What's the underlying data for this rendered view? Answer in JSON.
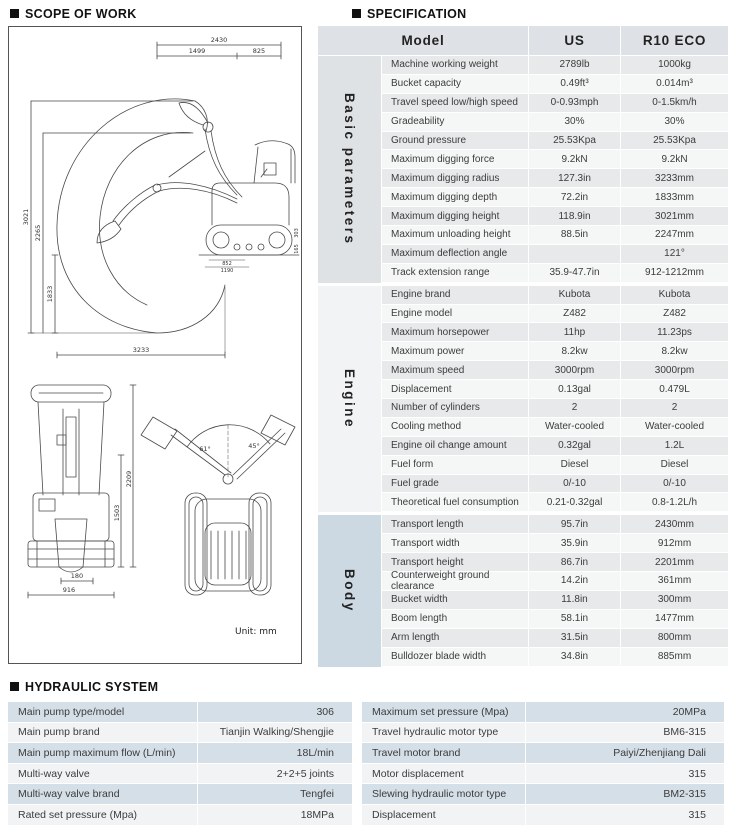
{
  "scope": {
    "title": "SCOPE OF WORK",
    "unit": "Unit: mm",
    "dims": {
      "transport_total": "2430",
      "boom_span": "1499",
      "rear_span": "825",
      "max_height": "3021",
      "mid_height": "2265",
      "dig_depth": "1833",
      "dig_radius": "3233",
      "track_len_a": "852",
      "track_len_b": "1190",
      "clearance_a": "303",
      "clearance_b": "165",
      "cab_height": "1503",
      "overall_height": "2209",
      "track_width": "180",
      "blade_width": "916",
      "swing_left": "61°",
      "swing_right": "45°"
    }
  },
  "spec": {
    "title": "SPECIFICATION",
    "header": {
      "model": "Model",
      "us": "US",
      "eco": "R10 ECO"
    },
    "sections": [
      {
        "group": "Basic parameters",
        "bg": "#dfe2e5",
        "rows": [
          {
            "label": "Machine working weight",
            "us": "2789lb",
            "eco": "1000kg"
          },
          {
            "label": "Bucket capacity",
            "us": "0.49ft³",
            "eco": "0.014m³"
          },
          {
            "label": "Travel speed low/high speed",
            "us": "0-0.93mph",
            "eco": "0-1.5km/h"
          },
          {
            "label": "Gradeability",
            "us": "30%",
            "eco": "30%"
          },
          {
            "label": "Ground pressure",
            "us": "25.53Kpa",
            "eco": "25.53Kpa"
          },
          {
            "label": "Maximum digging force",
            "us": "9.2kN",
            "eco": "9.2kN"
          },
          {
            "label": "Maximum digging radius",
            "us": "127.3in",
            "eco": "3233mm"
          },
          {
            "label": "Maximum digging depth",
            "us": "72.2in",
            "eco": "1833mm"
          },
          {
            "label": "Maximum digging height",
            "us": "118.9in",
            "eco": "3021mm"
          },
          {
            "label": "Maximum unloading height",
            "us": "88.5in",
            "eco": "2247mm"
          },
          {
            "label": "Maximum deflection angle",
            "us": "",
            "eco": "121°"
          },
          {
            "label": "Track extension range",
            "us": "35.9-47.7in",
            "eco": "912-1212mm"
          }
        ]
      },
      {
        "group": "Engine",
        "bg": "#f2f3f4",
        "rows": [
          {
            "label": "Engine brand",
            "us": "Kubota",
            "eco": "Kubota"
          },
          {
            "label": "Engine model",
            "us": "Z482",
            "eco": "Z482"
          },
          {
            "label": "Maximum horsepower",
            "us": "11hp",
            "eco": "11.23ps"
          },
          {
            "label": "Maximum power",
            "us": "8.2kw",
            "eco": "8.2kw"
          },
          {
            "label": "Maximum speed",
            "us": "3000rpm",
            "eco": "3000rpm"
          },
          {
            "label": "Displacement",
            "us": "0.13gal",
            "eco": "0.479L"
          },
          {
            "label": "Number of cylinders",
            "us": "2",
            "eco": "2"
          },
          {
            "label": "Cooling method",
            "us": "Water-cooled",
            "eco": "Water-cooled"
          },
          {
            "label": "Engine oil change amount",
            "us": "0.32gal",
            "eco": "1.2L"
          },
          {
            "label": "Fuel form",
            "us": "Diesel",
            "eco": "Diesel"
          },
          {
            "label": "Fuel grade",
            "us": "0/-10",
            "eco": "0/-10"
          },
          {
            "label": "Theoretical fuel consumption",
            "us": "0.21-0.32gal",
            "eco": "0.8-1.2L/h"
          }
        ]
      },
      {
        "group": "Body",
        "bg": "#ccd9e3",
        "rows": [
          {
            "label": "Transport length",
            "us": "95.7in",
            "eco": "2430mm"
          },
          {
            "label": "Transport width",
            "us": "35.9in",
            "eco": "912mm"
          },
          {
            "label": "Transport height",
            "us": "86.7in",
            "eco": "2201mm"
          },
          {
            "label": "Counterweight ground clearance",
            "us": "14.2in",
            "eco": "361mm"
          },
          {
            "label": "Bucket width",
            "us": "11.8in",
            "eco": "300mm"
          },
          {
            "label": "Boom length",
            "us": "58.1in",
            "eco": "1477mm"
          },
          {
            "label": "Arm length",
            "us": "31.5in",
            "eco": "800mm"
          },
          {
            "label": "Bulldozer blade width",
            "us": "34.8in",
            "eco": "885mm"
          }
        ]
      }
    ]
  },
  "hydraulic": {
    "title": "HYDRAULIC SYSTEM",
    "left": [
      {
        "label": "Main pump type/model",
        "value": "306"
      },
      {
        "label": "Main pump brand",
        "value": "Tianjin Walking/Shengjie"
      },
      {
        "label": "Main pump maximum flow (L/min)",
        "value": "18L/min"
      },
      {
        "label": "Multi-way valve",
        "value": "2+2+5 joints"
      },
      {
        "label": "Multi-way valve brand",
        "value": "Tengfei"
      },
      {
        "label": "Rated set pressure (Mpa)",
        "value": "18MPa"
      }
    ],
    "right": [
      {
        "label": "Maximum set pressure (Mpa)",
        "value": "20MPa"
      },
      {
        "label": "Travel hydraulic motor type",
        "value": "BM6-315"
      },
      {
        "label": "Travel motor brand",
        "value": "Paiyi/Zhenjiang Dali"
      },
      {
        "label": "Motor displacement",
        "value": "315"
      },
      {
        "label": "Slewing hydraulic motor type",
        "value": "BM2-315"
      },
      {
        "label": "Displacement",
        "value": "315"
      }
    ]
  },
  "colors": {
    "spec_header_bg": "#dee2e6",
    "row_odd": "#e7e9ea",
    "row_even": "#f5f6f6",
    "hyd_odd": "#d5dfe7",
    "hyd_even": "#f1f3f5",
    "line": "#4a4a4a"
  }
}
